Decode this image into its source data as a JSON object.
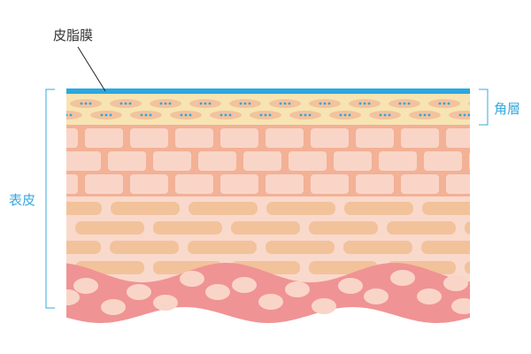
{
  "labels": {
    "sebum": "皮脂膜",
    "stratum_corneum": "角層",
    "epidermis": "表皮"
  },
  "colors": {
    "sebum": "#2ba8e0",
    "corneum_bg": "#f7e4b2",
    "corneum_cell": "#f3c29e",
    "nucleus_dot": "#2ba8e0",
    "granular_bg": "#f3b196",
    "granular_cell": "#f9d5c8",
    "spinous_bg": "#f9d9cb",
    "spinous_cell": "#f2c29b",
    "dermis": "#f09394",
    "dermis_cell": "#f9d5c8",
    "bracket": "#3aa8dc",
    "label_dark": "#333333"
  }
}
